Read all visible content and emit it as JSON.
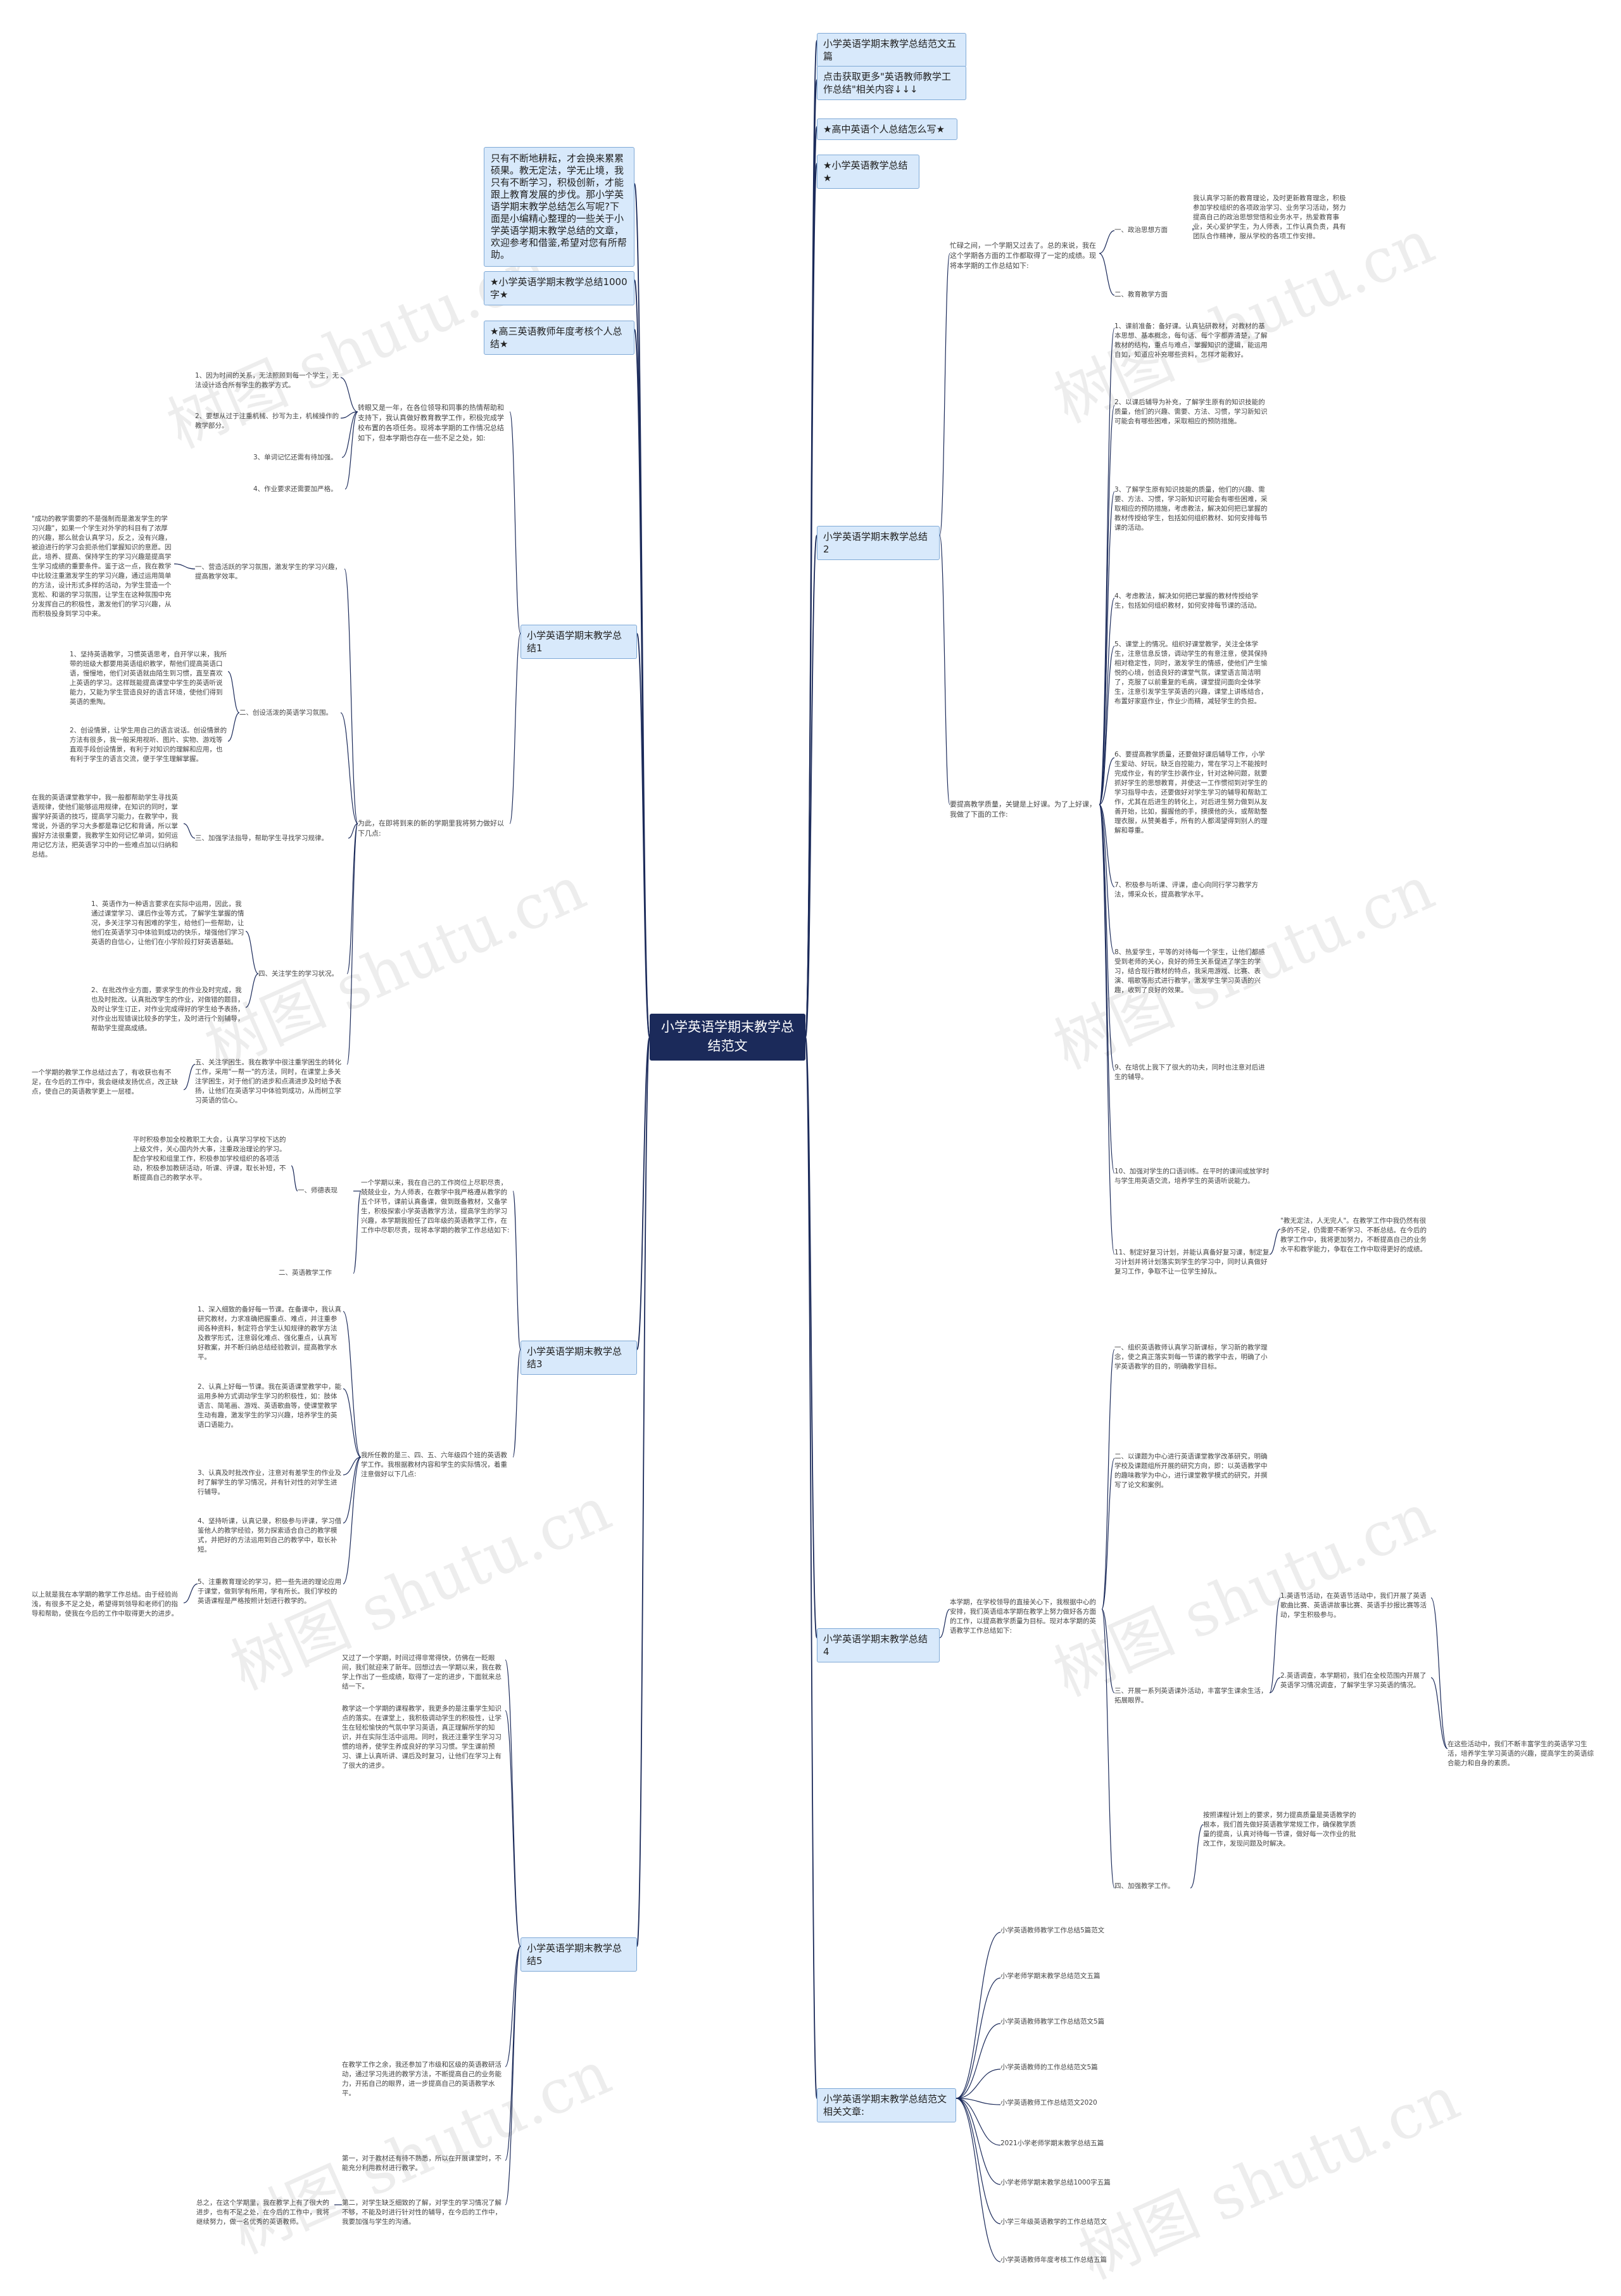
{
  "root": "小学英语学期末教学总结范文",
  "top_links": [
    "小学英语学期末教学总结范文五篇",
    "点击获取更多\"英语教师教学工作总结\"相关内容↓↓↓",
    "★高中英语个人总结怎么写★",
    "★小学英语教学总结★"
  ],
  "left_top": {
    "intro": "只有不断地耕耘，才会换来累累硕果。教无定法，学无止境，我只有不断学习，积极创新，才能跟上教育发展的步伐。那小学英语学期末教学总结怎么写呢?下面是小编精心整理的一些关于小学英语学期末教学总结的文章，欢迎参考和借鉴,希望对您有所帮助。",
    "link1": "★小学英语学期末教学总结1000字★",
    "link2": "★高三英语教师年度考核个人总结★"
  },
  "branches": {
    "s1": "小学英语学期末教学总结1",
    "s2": "小学英语学期末教学总结2",
    "s3": "小学英语学期末教学总结3",
    "s4": "小学英语学期末教学总结4",
    "s5": "小学英语学期末教学总结5",
    "rel": "小学英语学期末教学总结范文相关文章:"
  },
  "s1": {
    "intro": "转眼又是一年，在各位领导和同事的热情帮助和支持下，我认真做好教育教学工作，积极完成学校布置的各项任务。现将本学期的工作情况总结如下，但本学期也存在一些不足之处，如:",
    "shortfalls": [
      "1、因为时间的关系，无法照顾到每一个学生，无法设计适合所有学生的教学方式。",
      "2、要想从过于注重机械、抄写为主，机械操作的教学部分。",
      "3、单词记忆还需有待加强。",
      "4、作业要求还需要加严格。"
    ],
    "tail": "为此，在即将到来的新的学期里我将努力做好以下几点:",
    "p1_label": "一、营造活跃的学习氛围，激发学生的学习兴趣，提高教学效率。",
    "p1_quote": "\"成功的教学需要的不是强制而是激发学生的学习兴趣\"，如果一个学生对外学的科目有了浓厚的兴趣，那么就会认真学习，反之，没有兴趣，被迫进行的学习会扼杀他们掌握知识的意愿。因此，培养、提高、保持学生的学习兴趣是提高学生学习成绩的重要条件。鉴于这一点，我在教学中比较注重激发学生的学习兴趣，通过运用简单的方法，设计形式多样的活动，为学生营造一个宽松、和谐的学习氛围，让学生在这种氛围中充分发挥自己的积极性，激发他们的学习兴趣，从而积极投身到学习中来。",
    "p2_label": "二、创设活泼的英语学习氛围。",
    "p2_items": [
      "1、坚持英语教学，习惯英语思考，自开学以来，我所带的班级大都要用英语组织教学，帮他们提高英语口语，慢慢地，他们对英语就由陌生到习惯，直至喜欢上英语的学习。这样既能提高课堂中学生的英语听说能力，又能为学生营造良好的语言环境，使他们得到英语的熏陶。",
      "2、创设情景，让学生用自己的语言说话。创设情景的方法有很多，我一般采用视听、图片、实物、游戏等直观手段创设情景，有利于对知识的理解和应用，也有利于学生的语言交流，便于学生理解掌握。"
    ],
    "p3_label": "三、加强学法指导，帮助学生寻找学习规律。",
    "p3_text": "在我的英语课堂教学中，我一般都帮助学生寻找英语规律，使他们能够运用规律，在知识的同时，掌握学好英语的技巧，提高学习能力，在教学中，我常说，外语的学习大多都是靠记忆和背诵，所以掌握好方法很重要，我教学生如何记忆单词，如何运用记忆方法，把英语学习中的一些难点加以归纳和总结。",
    "p4_label": "四、关注学生的学习状况。",
    "p4_items": [
      "1、英语作为一种语言要求在实际中运用，因此，我通过课堂学习、课后作业等方式，了解学生掌握的情况，多关注学习有困难的学生，给他们一些帮助，让他们在英语学习中体验到成功的快乐，增强他们学习英语的自信心，让他们在小学阶段打好英语基础。",
      "2、在批改作业方面，要求学生的作业及时完成，我也及时批改。认真批改学生的作业，对做错的题目，及时让学生订正，对作业完成得好的学生给予表扬，对作业出现错误比较多的学生，及时进行个别辅导，帮助学生提高成绩。"
    ],
    "p5": "五、关注学困生。我在教学中很注重学困生的转化工作，采用\"一帮一\"的方法，同时，在课堂上多关注学困生，对于他们的进步和点滴进步及时给予表扬，让他们在英语学习中体验到成功，从而树立学习英语的信心。",
    "closing": "一个学期的教学工作总结过去了，有收获也有不足，在今后的工作中，我会继续发扬优点，改正缺点，使自己的英语教学更上一层楼。"
  },
  "s2": {
    "intro": "忙碌之间，一个学期又过去了。总的来说，我在这个学期各方面的工作都取得了一定的成绩。现将本学期的工作总结如下:",
    "a_label": "一、政治思想方面",
    "a_text": "我认真学习新的教育理论，及时更新教育理念，积极参加学校组织的各项政治学习、业务学习活动，努力提高自己的政治思想觉悟和业务水平，热爱教育事业，关心爱护学生，为人师表，工作认真负责，具有团队合作精神，服从学校的各项工作安排。",
    "b_label": "二、教育教学方面",
    "b_lead": "要提高教学质量，关键是上好课。为了上好课，我做了下面的工作:",
    "b_items": [
      "1、课前准备：备好课。认真钻研教材，对教材的基本思想、基本概念，每句话、每个字都弄清楚，了解教材的结构，重点与难点，掌握知识的逻辑，能运用自如，知道应补充哪些资料，怎样才能教好。",
      "2、以课后辅导为补充，了解学生原有的知识技能的质量，他们的兴趣、需要、方法、习惯，学习新知识可能会有哪些困难，采取相应的预防措施。",
      "3、了解学生原有知识技能的质量，他们的兴趣、需要、方法、习惯，学习新知识可能会有哪些困难，采取相应的预防措施，考虑教法，解决如何把已掌握的教材传授给学生，包括如何组织教材、如何安排每节课的活动。",
      "4、考虑教法，解决如何把已掌握的教材传授给学生，包括如何组织教材，如何安排每节课的活动。",
      "5、课堂上的情况。组织好课堂教学，关注全体学生，注意信息反馈，调动学生的有意注意，使其保持相对稳定性，同时，激发学生的情感，使他们产生愉悦的心境，创造良好的课堂气氛，课堂语言简洁明了，克服了以前重复的毛病，课堂提问面向全体学生，注意引发学生学英语的兴趣，课堂上讲练结合，布置好家庭作业，作业少而精，减轻学生的负担。",
      "6、要提高教学质量，还要做好课后辅导工作，小学生爱动、好玩，缺乏自控能力，常在学习上不能按时完成作业，有的学生抄袭作业，针对这种问题，就要抓好学生的思想教育，并使这一工作惯彻到对学生的学习指导中去，还要做好对学生学习的辅导和帮助工作，尤其在后进生的转化上，对后进生努力做到从友善开始，比如，握握他的手，摸摸他的头，或帮助整理衣服，从赞美着手，所有的人都渴望得到别人的理解和尊重。",
      "7、积极参与听课、评课，虚心向同行学习教学方法，博采众长，提高教学水平。",
      "8、热爱学生，平等的对待每一个学生，让他们都感受到老师的关心，良好的师生关系促进了学生的学习，结合现行教材的特点，我采用游戏、比赛、表演、唱歌等形式进行教学，激发学生学习英语的兴趣，收到了良好的效果。",
      "9、在培优上我下了很大的功夫，同时也注意对后进生的辅导。",
      "10、加强对学生的口语训练。在平时的课间或放学时与学生用英语交流，培养学生的英语听说能力。",
      "11、制定好复习计划，并能认真备好复习课，制定复习计划并将计划落实到学生的学习中，同时认真做好复习工作，争取不让一位学生掉队。"
    ],
    "b_side": "\"教无定法，人无完人\"。在教学工作中我仍然有很多的不足，仍需要不断学习、不断总结。在今后的教学工作中，我将更加努力，不断提高自己的业务水平和教学能力，争取在工作中取得更好的成绩。"
  },
  "s3": {
    "intro": "一个学期以来，我在自己的工作岗位上尽职尽责，兢兢业业，为人师表，在教学中我严格遵从教学的五个环节，课前认真备课，做到既备教材，又备学生，积极探索小学英语教学方法，提高学生的学习兴趣，本学期我担任了四年级的英语教学工作，在工作中尽职尽责，现将本学期的教学工作总结如下:",
    "a_label": "一、师德表现",
    "a_text": "平时积极参加全校教职工大会，认真学习学校下达的上级文件，关心国内外大事，注重政治理论的学习。配合学校和组里工作，积极参加学校组织的各项活动，积极参加教研活动，听课、评课，取长补短，不断提高自己的教学水平。",
    "b_label": "二、英语教学工作",
    "b_lead": "我所任教的是三、四、五、六年级四个班的英语教学工作。我根据教材内容和学生的实际情况，着重注意做好以下几点:",
    "b_items": [
      "1、深入细致的备好每一节课。在备课中，我认真研究教材，力求准确把握重点、难点，并注重参阅各种资料，制定符合学生认知规律的教学方法及教学形式，注意弱化难点、强化重点，认真写好教案，并不断归纳总结经验教训，提高教学水平。",
      "2、认真上好每一节课。我在英语课堂教学中，能运用多种方式调动学生学习的积极性，如：肢体语言、简笔画、游戏、英语歌曲等，使课堂教学生动有趣，激发学生的学习兴趣，培养学生的英语口语能力。",
      "3、认真及时批改作业，注意对有差学生的作业及时了解学生的学习情况，并有针对性的对学生进行辅导。",
      "4、坚持听课，认真记录，积极参与评课，学习借鉴他人的教学经验，努力探索适合自己的教学模式，并把好的方法运用到自己的教学中，取长补短。",
      "5、注重教育理论的学习，把一些先进的理论应用于课堂，做到学有所用，学有所长。我们学校的英语课程是严格按照计划进行教学的。"
    ],
    "closing": "以上就是我在本学期的教学工作总结。由于经验尚浅，有很多不足之处，希望得到领导和老师们的指导和帮助，使我在今后的工作中取得更大的进步。"
  },
  "s4": {
    "intro": "本学期，在学校领导的直接关心下，我根据中心的安排，我们英语组本学期在教学上努力做好各方面的工作，以提高教学质量为目标。现对本学期的英语教学工作总结如下:",
    "items": [
      "一、组织英语教师认真学习新课标，学习新的教学理念，使之真正落实到每一节课的教学中去，明确了小学英语教学的目的，明确教学目标。",
      "二、以课题为中心进行英语课堂教学改革研究，明确学校及课题组所开展的研究方向，即：以英语教学中的趣味教学为中心，进行课堂教学模式的研究，并撰写了论文和案例。",
      "三、开展一系列英语课外活动，丰富学生课余生活，拓展眼界。",
      "四、加强教学工作。"
    ],
    "c_subs": [
      "1.英语节活动，在英语节活动中，我们开展了英语歌曲比赛、英语讲故事比赛、英语手抄报比赛等活动，学生积极参与。",
      "2.英语调查，本学期初，我们在全校范围内开展了英语学习情况调查，了解学生学习英语的情况。"
    ],
    "c_side": "在这些活动中，我们不断丰富学生的英语学习生活，培养学生学习英语的兴趣，提高学生的英语综合能力和自身的素质。",
    "d_text": "按照课程计划上的要求，努力提高质量是英语教学的根本，我们首先做好英语教学常规工作，确保教学质量的提高，认真对待每一节课，做好每一次作业的批改工作，发现问题及时解决。"
  },
  "s5": {
    "p1": "又过了一个学期，时间过得非常得快，仿佛在一眨眼间，我们就迎来了新年。回想过去一学期以来，我在教学上作出了一些成绩，取得了一定的进步，下面就来总结一下。",
    "p2": "教学这一个学期的课程教学，我更多的是注重学生知识点的落实。在课堂上，我积极调动学生的积极性，让学生在轻松愉快的气氛中学习英语，真正理解所学的知识，并在实际生活中运用。同时，我还注重学生学习习惯的培养，使学生养成良好的学习习惯。学生课前预习、课上认真听讲、课后及时复习，让他们在学习上有了很大的进步。",
    "p3": "在教学工作之余，我还参加了市级和区级的英语教研活动，通过学习先进的教学方法，不断提高自己的业务能力，开拓自己的眼界，进一步提高自己的英语教学水平。",
    "p4": "第一，对于教材还有待不熟悉，所以在开展课堂时，不能充分利用教材进行教学。",
    "p5": "第二，对学生缺乏细致的了解，对学生的学习情况了解不够，不能及时进行针对性的辅导，在今后的工作中，我要加强与学生的沟通。",
    "p6": "总之，在这个学期里，我在教学上有了很大的进步，也有不足之处，在今后的工作中，我将继续努力，做一名优秀的英语教师。"
  },
  "related": [
    "小学英语教师教学工作总结5篇范文",
    "小学老师学期末教学总结范文五篇",
    "小学英语教师教学工作总结范文5篇",
    "小学英语教师的工作总结范文5篇",
    "小学英语教师工作总结范文2020",
    "2021小学老师学期末教学总结五篇",
    "小学老师学期末教学总结1000字五篇",
    "小学三年级英语教学的工作总结范文",
    "小学英语教师年度考核工作总结五篇"
  ],
  "watermark": "树图 shutu.cn"
}
